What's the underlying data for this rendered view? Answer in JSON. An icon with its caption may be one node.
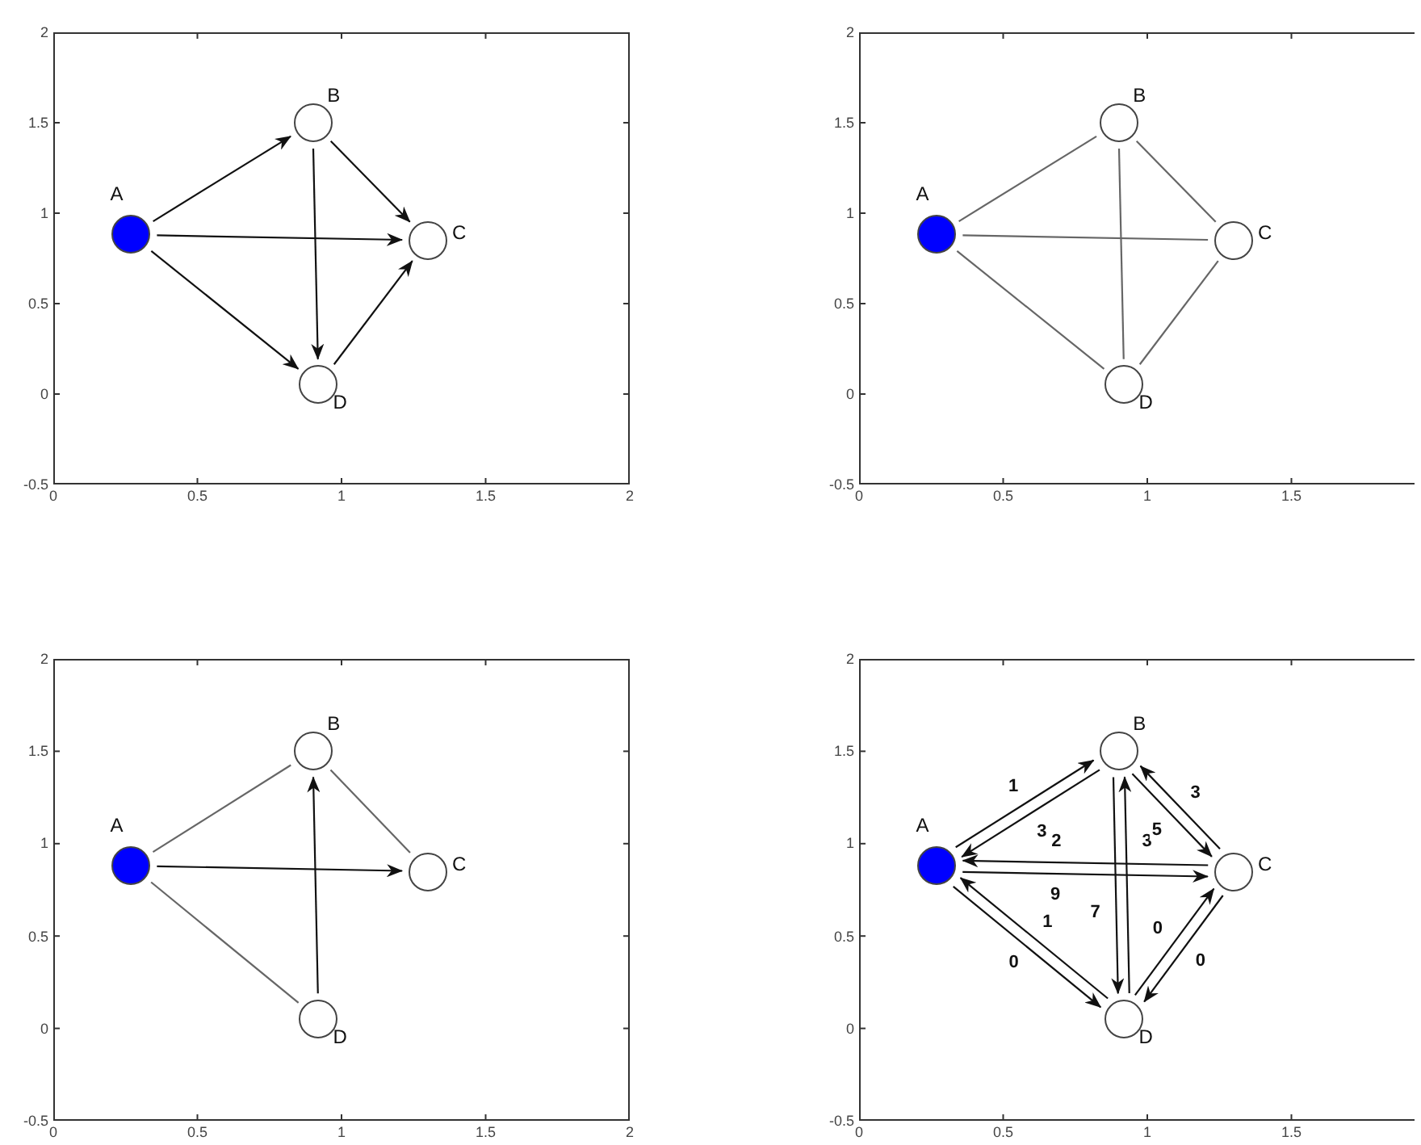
{
  "diagram": {
    "nodes": [
      {
        "text": [],
        "shape": "box"
      },
      {
        "text": [],
        "shape": "circle",
        "in": 0,
        "beside": [
          "A"
        ]
      },
      {
        "text": [],
        "shape": "circle",
        "in": 0,
        "beside": [
          "B"
        ]
      },
      {
        "text": [],
        "shape": "circle",
        "in": 0,
        "beside": [
          "C"
        ]
      },
      {
        "text": [],
        "shape": "circle",
        "in": 0,
        "beside": [
          "D"
        ]
      },
      {
        "text": [],
        "shape": "box"
      },
      {
        "text": [],
        "shape": "circle",
        "in": 5,
        "beside": [
          "A"
        ]
      },
      {
        "text": [],
        "shape": "circle",
        "in": 5,
        "beside": [
          "B"
        ]
      },
      {
        "text": [],
        "shape": "circle",
        "in": 5,
        "beside": [
          "C"
        ]
      },
      {
        "text": [],
        "shape": "circle",
        "in": 5,
        "beside": [
          "D"
        ]
      },
      {
        "text": [],
        "shape": "box"
      },
      {
        "text": [],
        "shape": "circle",
        "in": 10,
        "beside": [
          "A"
        ]
      },
      {
        "text": [],
        "shape": "circle",
        "in": 10,
        "beside": [
          "B"
        ]
      },
      {
        "text": [],
        "shape": "circle",
        "in": 10,
        "beside": [
          "C"
        ]
      },
      {
        "text": [],
        "shape": "circle",
        "in": 10,
        "beside": [
          "D"
        ]
      },
      {
        "text": [],
        "shape": "box"
      },
      {
        "text": [],
        "shape": "circle",
        "in": 15,
        "beside": [
          "A"
        ]
      },
      {
        "text": [],
        "shape": "circle",
        "in": 15,
        "beside": [
          "B"
        ]
      },
      {
        "text": [],
        "shape": "circle",
        "in": 15,
        "beside": [
          "C"
        ]
      },
      {
        "text": [],
        "shape": "circle",
        "in": 15,
        "beside": [
          "D"
        ]
      }
    ],
    "edges": [
      {
        "from": 1,
        "to": 2,
        "arrow": "to"
      },
      {
        "from": 1,
        "to": 3,
        "arrow": "to"
      },
      {
        "from": 1,
        "to": 4,
        "arrow": "to"
      },
      {
        "from": 2,
        "to": 3,
        "arrow": "to"
      },
      {
        "from": 2,
        "to": 4,
        "arrow": "to"
      },
      {
        "from": 4,
        "to": 3,
        "arrow": "to"
      },
      {
        "from": 6,
        "to": 7,
        "arrow": "none"
      },
      {
        "from": 6,
        "to": 8,
        "arrow": "none"
      },
      {
        "from": 6,
        "to": 9,
        "arrow": "none"
      },
      {
        "from": 7,
        "to": 8,
        "arrow": "none"
      },
      {
        "from": 7,
        "to": 9,
        "arrow": "none"
      },
      {
        "from": 9,
        "to": 8,
        "arrow": "none"
      },
      {
        "from": 11,
        "to": 12,
        "arrow": "none"
      },
      {
        "from": 11,
        "to": 13,
        "arrow": "to"
      },
      {
        "from": 11,
        "to": 14,
        "arrow": "none"
      },
      {
        "from": 12,
        "to": 13,
        "arrow": "none"
      },
      {
        "from": 14,
        "to": 12,
        "arrow": "to"
      },
      {
        "from": 16,
        "to": 17,
        "arrow": "to",
        "label": "1"
      },
      {
        "from": 17,
        "to": 16,
        "arrow": "to",
        "label": "3"
      },
      {
        "from": 18,
        "to": 16,
        "arrow": "to",
        "label": "2"
      },
      {
        "from": 16,
        "to": 18,
        "arrow": "to",
        "label": "9"
      },
      {
        "from": 17,
        "to": 19,
        "arrow": "to",
        "label": "7"
      },
      {
        "from": 19,
        "to": 17,
        "arrow": "to",
        "label": "3"
      },
      {
        "from": 18,
        "to": 17,
        "arrow": "to",
        "label": "3"
      },
      {
        "from": 17,
        "to": 18,
        "arrow": "to",
        "label": "5"
      },
      {
        "from": 19,
        "to": 16,
        "arrow": "to",
        "label": "1"
      },
      {
        "from": 16,
        "to": 19,
        "arrow": "to",
        "label": "0"
      },
      {
        "from": 19,
        "to": 18,
        "arrow": "to",
        "label": "0"
      },
      {
        "from": 18,
        "to": 19,
        "arrow": "to",
        "label": "0"
      }
    ],
    "labels": [
      "2",
      "1.5",
      "1",
      "0.5",
      "0",
      "-0.5",
      "0",
      "0.5",
      "1",
      "1.5",
      "2",
      "2",
      "1.5",
      "1",
      "0.5",
      "0",
      "-0.5",
      "0",
      "0.5",
      "1",
      "1.5",
      "2",
      "1.5",
      "1",
      "0.5",
      "0",
      "-0.5",
      "0",
      "0.5",
      "1",
      "1.5",
      "2",
      "2",
      "1.5",
      "1",
      "0.5",
      "0",
      "-0.5",
      "0",
      "0.5",
      "1",
      "1.5"
    ]
  }
}
